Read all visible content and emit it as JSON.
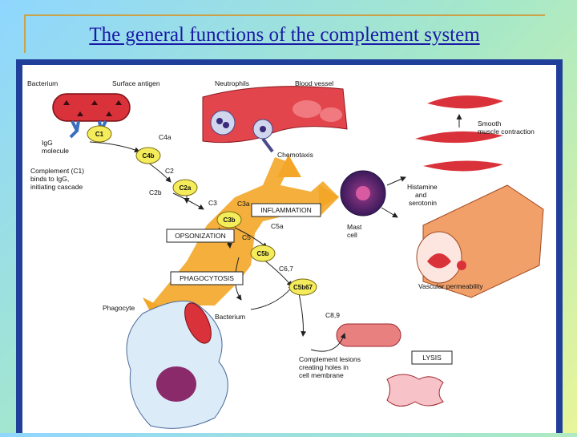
{
  "title": "The general functions of the complement system",
  "labels": {
    "bacterium_top": "Bacterium",
    "surface_antigen": "Surface antigen",
    "neutrophils": "Neutrophils",
    "blood_vessel": "Blood vessel",
    "smooth_muscle_1": "Smooth",
    "smooth_muscle_2": "muscle contraction",
    "igg_1": "IgG",
    "igg_2": "molecule",
    "complement_1": "Complement (C1)",
    "complement_2": "binds to IgG,",
    "complement_3": "initiating cascade",
    "chemotaxis": "Chemotaxis",
    "histamine_1": "Histamine",
    "histamine_2": "and",
    "histamine_3": "serotonin",
    "mast_1": "Mast",
    "mast_2": "cell",
    "c4a": "C4a",
    "c2": "C2",
    "c2b": "C2b",
    "c3": "C3",
    "c3a": "C3a",
    "c5": "C5",
    "c5a": "C5a",
    "c67": "C6,7",
    "c89": "C8,9",
    "vascular": "Vascular permeability",
    "phagocyte": "Phagocyte",
    "bacterium_low": "Bacterium",
    "lesions_1": "Complement lesions",
    "lesions_2": "creating holes in",
    "lesions_3": "cell membrane"
  },
  "nodes": {
    "c1": "C1",
    "c4b": "C4b",
    "c2a": "C2a",
    "c3b": "C3b",
    "c5b": "C5b",
    "c5b67": "C5b67"
  },
  "boxes": {
    "inflammation": "INFLAMMATION",
    "opsonization": "OPSONIZATION",
    "phagocytosis": "PHAGOCYTOSIS",
    "lysis": "LYSIS"
  },
  "colors": {
    "node_fill": "#f4ec5a",
    "arrow_orange": "#f3a628",
    "cell_red": "#d9323a",
    "title_blue": "#1a1aa8",
    "frame_blue": "#1f3f9a"
  }
}
